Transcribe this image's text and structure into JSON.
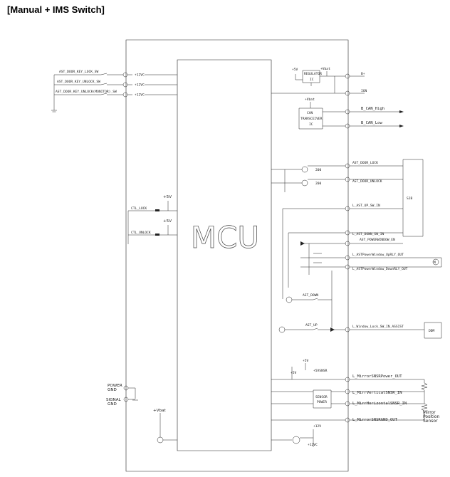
{
  "title": "[Manual + IMS Switch]",
  "mcu": "MCU",
  "inputs": {
    "lock_sw": "AST_DOOR_KEY_LOCK_SW",
    "unlock_sw": "AST_DOOR_KEY_UNLOCK_SW",
    "unlock_monitor_sw": "AST_DOOR_KEY_UNLOCK(MONITOR)_SW",
    "v12": "+12VC"
  },
  "top": {
    "v5": "+5V",
    "vbat": "+Vbat",
    "regulator": "REGULATOR",
    "regulator_ic": "IC",
    "bplus": "B+",
    "ign": "IGN",
    "can_line1": "CAN",
    "can_line2": "TRANSCEIVER",
    "can_line3": "IC",
    "can_high": "B_CAN_High",
    "can_low": "B_CAN_Low"
  },
  "ctl": {
    "ctl_lock": "CTL_LOCK",
    "ctl_unlock": "CTL_UNLOCK",
    "v5": "+5V"
  },
  "outputs": {
    "door_lock": "AST_DOOR_LOCK",
    "door_unlock": "AST_DOOR_UNLOCK",
    "up_sw": "L_AST_UP_SW_IN",
    "down_sw": "L_AST_DOWN_SW_IN",
    "pw_enable": "AST_POWERWINDOW_EN",
    "pw_up": "L_ASTPowerWindow_UpRLY_OUT",
    "pw_down": "L_ASTPowerWindow_DownRLY_OUT",
    "window_lock": "L_Window_Lock_SW_IN_ASSIST",
    "sjb": "SJB",
    "ddm": "DDM",
    "motor": "M",
    "ast_down": "AST_DOWN",
    "ast_up": "AST_UP",
    "r200": "200"
  },
  "mirror": {
    "power_out": "L_MirrorSNSRPower_OUT",
    "vertical_in": "L_MirrVerticalSNSR_IN",
    "horizontal_in": "L_MirrHorizontalSNSR_IN",
    "gnd_out": "L_MirrorSNSRGND_OUT",
    "sensor_line1": "Mirror",
    "sensor_line2": "Position",
    "sensor_line3": "Sensor",
    "v5": "+5V",
    "v5b": "+5V",
    "block": "SENSOR",
    "block2": "POWER",
    "snsr_power": "+5VSNSR"
  },
  "bottom": {
    "power_gnd1": "POWER",
    "power_gnd2": "GND",
    "signal_gnd1": "SIGNAL",
    "signal_gnd2": "GND",
    "vbat": "+Vbat",
    "v12": "+12V",
    "v12c": "+12VC"
  }
}
